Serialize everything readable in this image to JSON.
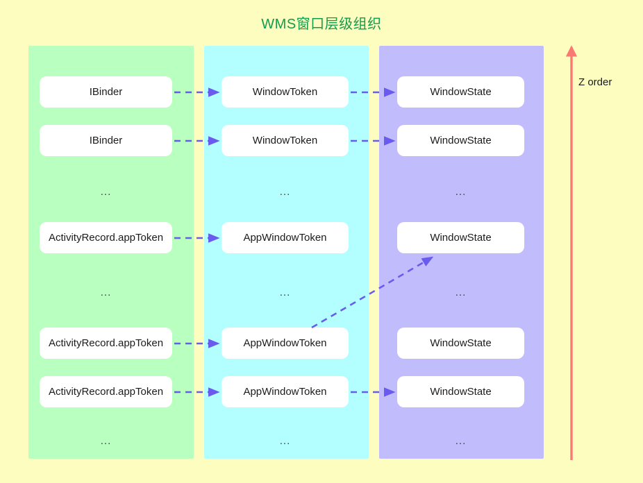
{
  "title": "WMS窗口层级组织",
  "colors": {
    "background": "#fdfdc0",
    "title": "#119c4e",
    "column_ibinder": "#b9ffc0",
    "column_token": "#b3ffff",
    "column_state": "#c1bdfd",
    "arrow": "#6a5bef",
    "zorder_arrow": "#fa7a73",
    "node_fill": "#ffffff"
  },
  "zorder": {
    "label": "Z order",
    "direction": "up"
  },
  "columns": [
    {
      "id": "ibinder-column",
      "nodes": [
        {
          "label": "IBinder",
          "type": "box"
        },
        {
          "label": "IBinder",
          "type": "box"
        },
        {
          "label": "...",
          "type": "ellipsis"
        },
        {
          "label": "ActivityRecord.appToken",
          "type": "box"
        },
        {
          "label": "...",
          "type": "ellipsis"
        },
        {
          "label": "ActivityRecord.appToken",
          "type": "box"
        },
        {
          "label": "ActivityRecord.appToken",
          "type": "box"
        },
        {
          "label": "...",
          "type": "ellipsis"
        }
      ]
    },
    {
      "id": "windowtoken-column",
      "nodes": [
        {
          "label": "WindowToken",
          "type": "box"
        },
        {
          "label": "WindowToken",
          "type": "box"
        },
        {
          "label": "...",
          "type": "ellipsis"
        },
        {
          "label": "AppWindowToken",
          "type": "box"
        },
        {
          "label": "...",
          "type": "ellipsis"
        },
        {
          "label": "AppWindowToken",
          "type": "box"
        },
        {
          "label": "AppWindowToken",
          "type": "box"
        },
        {
          "label": "...",
          "type": "ellipsis"
        }
      ]
    },
    {
      "id": "windowstate-column",
      "nodes": [
        {
          "label": "WindowState",
          "type": "box"
        },
        {
          "label": "WindowState",
          "type": "box"
        },
        {
          "label": "...",
          "type": "ellipsis"
        },
        {
          "label": "WindowState",
          "type": "box"
        },
        {
          "label": "...",
          "type": "ellipsis"
        },
        {
          "label": "WindowState",
          "type": "box"
        },
        {
          "label": "WindowState",
          "type": "box"
        },
        {
          "label": "...",
          "type": "ellipsis"
        }
      ]
    }
  ],
  "arrows": [
    {
      "name": "arrow-ibinder-1-to-windowtoken-1",
      "style": "dashed-horizontal"
    },
    {
      "name": "arrow-windowtoken-1-to-windowstate-1",
      "style": "dashed-horizontal"
    },
    {
      "name": "arrow-ibinder-2-to-windowtoken-2",
      "style": "dashed-horizontal"
    },
    {
      "name": "arrow-windowtoken-2-to-windowstate-2",
      "style": "dashed-horizontal"
    },
    {
      "name": "arrow-activityrecord-1-to-appwindowtoken-1",
      "style": "dashed-horizontal"
    },
    {
      "name": "arrow-activityrecord-2-to-appwindowtoken-2",
      "style": "dashed-horizontal"
    },
    {
      "name": "arrow-appwindowtoken-2-to-windowstate-4",
      "style": "dashed-diagonal"
    },
    {
      "name": "arrow-activityrecord-3-to-appwindowtoken-3",
      "style": "dashed-horizontal"
    },
    {
      "name": "arrow-appwindowtoken-3-to-windowstate-6",
      "style": "dashed-horizontal"
    }
  ]
}
